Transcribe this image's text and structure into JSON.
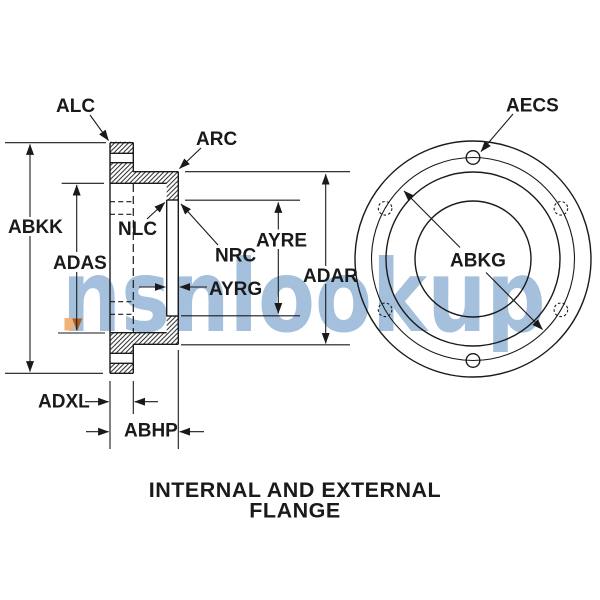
{
  "watermark": {
    "text": "nsnlookup",
    "color": "#a4c0dc"
  },
  "caption": {
    "line1": "INTERNAL AND EXTERNAL",
    "line2": "FLANGE"
  },
  "labels": {
    "alc": "ALC",
    "arc": "ARC",
    "nlc": "NLC",
    "nrc": "NRC",
    "abkk": "ABKK",
    "adas": "ADAS",
    "ayre": "AYRE",
    "ayrg": "AYRG",
    "adar": "ADAR",
    "adxl": "ADXL",
    "abhp": "ABHP",
    "aecs": "AECS",
    "abkg": "ABKG"
  },
  "colors": {
    "ink": "#1a1a1a",
    "highlight_light": "#f0b27a",
    "highlight_dark": "#b05f23"
  }
}
